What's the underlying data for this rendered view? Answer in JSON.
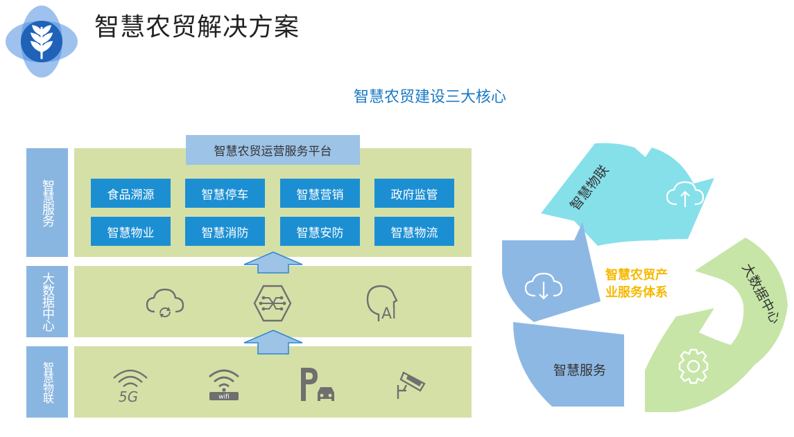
{
  "header": {
    "title": "智慧农贸解决方案"
  },
  "subtitle": "智慧农贸建设三大核心",
  "architecture": {
    "platform_label": "智慧农贸运营服务平台",
    "layers": [
      {
        "label": "智慧服务"
      },
      {
        "label": "大数据中心"
      },
      {
        "label": "智慧物联"
      }
    ],
    "services": [
      "食品溯源",
      "智慧停车",
      "智慧营销",
      "政府监管",
      "智慧物业",
      "智慧消防",
      "智慧安防",
      "智慧物流"
    ],
    "data_icons": [
      "cloud-sync-icon",
      "network-hub-icon",
      "ai-head-icon"
    ],
    "iot_icons": [
      "5g-signal-icon",
      "wifi-router-icon",
      "parking-icon",
      "surveillance-camera-icon"
    ],
    "iot_5g_text": "5G",
    "iot_wifi_text": "wifi",
    "ai_text": "AI"
  },
  "cycle": {
    "center_line1": "智慧农贸产",
    "center_line2": "业服务体系",
    "segments": [
      {
        "label": "智慧物联",
        "color": "#86e0ea"
      },
      {
        "label": "大数据中心",
        "color": "#c6e5a7"
      },
      {
        "label": "智慧服务",
        "color": "#8eb8e4"
      }
    ],
    "center_color": "#f5b800"
  },
  "colors": {
    "accent_blue": "#1a79c4",
    "service_box": "#1c8fd3",
    "side_label": "#89b6e1",
    "band": "#d5e0a7"
  }
}
